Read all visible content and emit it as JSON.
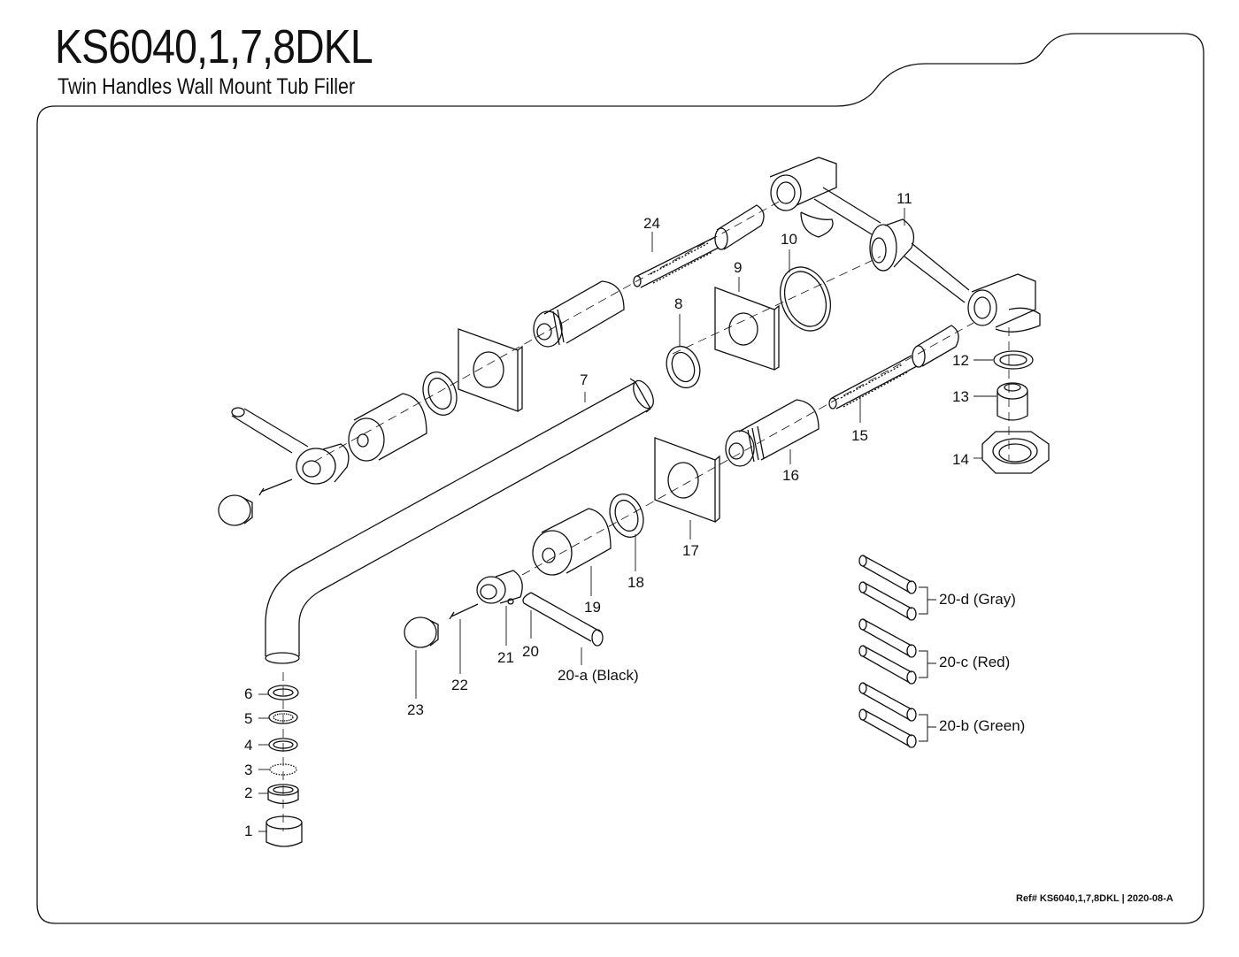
{
  "header": {
    "model": "KS6040,1,7,8DKL",
    "description": "Twin Handles Wall Mount Tub Filler"
  },
  "callouts": {
    "c1": "1",
    "c2": "2",
    "c3": "3",
    "c4": "4",
    "c5": "5",
    "c6": "6",
    "c7": "7",
    "c8": "8",
    "c9": "9",
    "c10": "10",
    "c11": "11",
    "c12": "12",
    "c13": "13",
    "c14": "14",
    "c15": "15",
    "c16": "16",
    "c17": "17",
    "c18": "18",
    "c19": "19",
    "c20": "20",
    "c21": "21",
    "c22": "22",
    "c23": "23",
    "c24": "24",
    "c20a": "20-a (Black)",
    "c20b": "20-b (Green)",
    "c20c": "20-c (Red)",
    "c20d": "20-d (Gray)"
  },
  "footer": {
    "reference": "Ref# KS6040,1,7,8DKL | 2020-08-A"
  }
}
